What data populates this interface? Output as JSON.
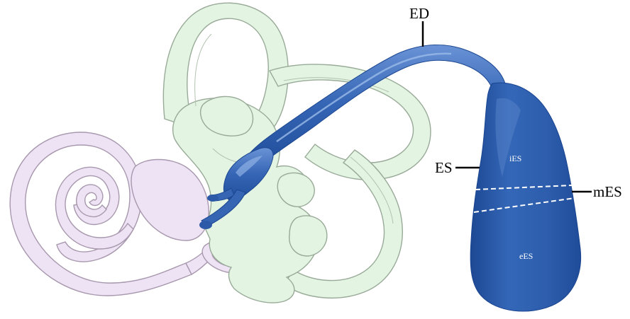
{
  "labels": {
    "ed": "ED",
    "es": "ES",
    "mes": "mES",
    "ies": "iES",
    "ees": "eES"
  },
  "colors": {
    "background": "#ffffff",
    "cochlea_fill": "#eee3f4",
    "cochlea_stroke": "#a898ae",
    "labyrinth_fill": "#e3f4e2",
    "labyrinth_stroke": "#99ab98",
    "sac_fill": "#2f5fad",
    "sac_dark": "#1e4a97",
    "sac_light": "#6f96d6",
    "divider": "#ffffff",
    "leader": "#000000"
  }
}
